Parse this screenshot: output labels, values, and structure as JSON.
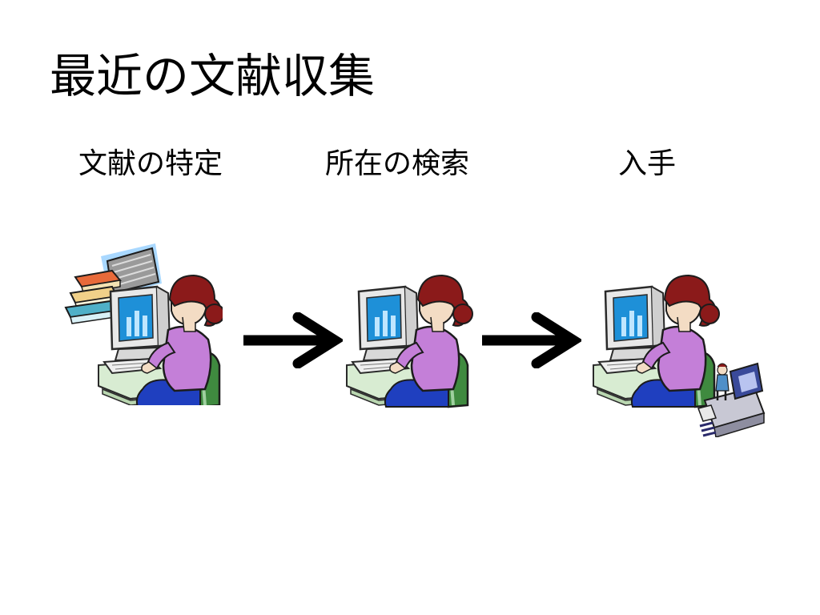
{
  "slide": {
    "title": "最近の文献収集",
    "steps": [
      {
        "label": "文献の特定",
        "illustration": "woman-at-computer-with-books-icon"
      },
      {
        "label": "所在の検索",
        "illustration": "woman-at-computer-icon"
      },
      {
        "label": "入手",
        "illustration": "woman-at-computer-with-copier-icon"
      }
    ],
    "connector_icon": "right-arrow-icon"
  },
  "colors": {
    "text": "#000000",
    "monitor_screen": "#1e90d8",
    "sweater": "#c47fd8",
    "hair": "#8b1a1a",
    "chair": "#3f8a3f",
    "pants": "#1f3fbf",
    "desk": "#d8ecd2",
    "arrow": "#000000"
  }
}
